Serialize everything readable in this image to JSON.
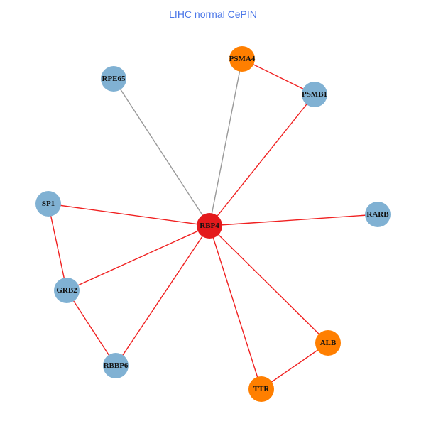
{
  "title": "LIHC normal CePIN",
  "colors": {
    "hub": "#E41A1C",
    "orange": "#FF7F00",
    "blue": "#80B1D3",
    "edge_red": "#F02020",
    "edge_gray": "#999999"
  },
  "nodes": [
    {
      "id": "RPE65",
      "group": "blue"
    },
    {
      "id": "PSMA4",
      "group": "orange"
    },
    {
      "id": "PSMB1",
      "group": "blue"
    },
    {
      "id": "SP1",
      "group": "blue"
    },
    {
      "id": "RBP4",
      "group": "hub"
    },
    {
      "id": "RARB",
      "group": "blue"
    },
    {
      "id": "GRB2",
      "group": "blue"
    },
    {
      "id": "RBBP6",
      "group": "blue"
    },
    {
      "id": "ALB",
      "group": "orange"
    },
    {
      "id": "TTR",
      "group": "orange"
    }
  ],
  "edges": [
    {
      "source": "RPE65",
      "target": "RBP4",
      "color": "gray"
    },
    {
      "source": "PSMA4",
      "target": "RBP4",
      "color": "gray"
    },
    {
      "source": "PSMA4",
      "target": "PSMB1",
      "color": "red"
    },
    {
      "source": "PSMB1",
      "target": "RBP4",
      "color": "red"
    },
    {
      "source": "SP1",
      "target": "RBP4",
      "color": "red"
    },
    {
      "source": "RARB",
      "target": "RBP4",
      "color": "red"
    },
    {
      "source": "SP1",
      "target": "GRB2",
      "color": "red"
    },
    {
      "source": "GRB2",
      "target": "RBP4",
      "color": "red"
    },
    {
      "source": "GRB2",
      "target": "RBBP6",
      "color": "red"
    },
    {
      "source": "RBBP6",
      "target": "RBP4",
      "color": "red"
    },
    {
      "source": "RBP4",
      "target": "TTR",
      "color": "red"
    },
    {
      "source": "RBP4",
      "target": "ALB",
      "color": "red"
    },
    {
      "source": "ALB",
      "target": "TTR",
      "color": "red"
    }
  ]
}
